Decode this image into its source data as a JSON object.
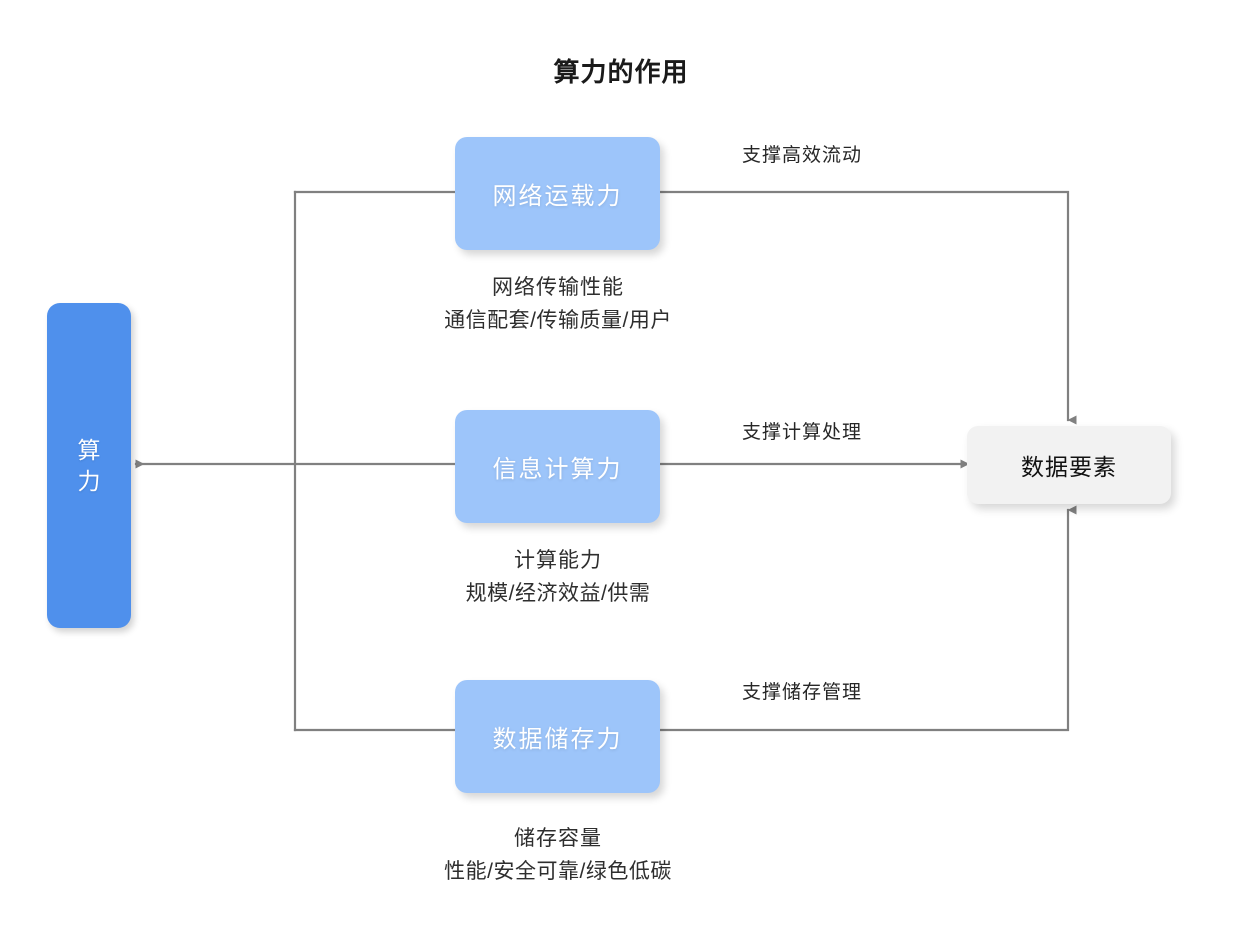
{
  "diagram": {
    "title": "算力的作用",
    "nodes": {
      "capacity": {
        "label": "算力",
        "color": "#4f90ec"
      },
      "network": {
        "label": "网络运载力",
        "color": "#9dc5fa"
      },
      "compute": {
        "label": "信息计算力",
        "color": "#9dc5fa"
      },
      "storage": {
        "label": "数据储存力",
        "color": "#9dc5fa"
      },
      "data_element": {
        "label": "数据要素",
        "color": "#f2f2f2"
      }
    },
    "captions": {
      "network": {
        "line1": "网络传输性能",
        "line2": "通信配套/传输质量/用户"
      },
      "compute": {
        "line1": "计算能力",
        "line2": "规模/经济效益/供需"
      },
      "storage": {
        "line1": "储存容量",
        "line2": "性能/安全可靠/绿色低碳"
      }
    },
    "edge_labels": {
      "network_to_data": "支撑高效流动",
      "compute_to_data": "支撑计算处理",
      "storage_to_data": "支撑储存管理"
    },
    "edge_color": "#808080"
  }
}
